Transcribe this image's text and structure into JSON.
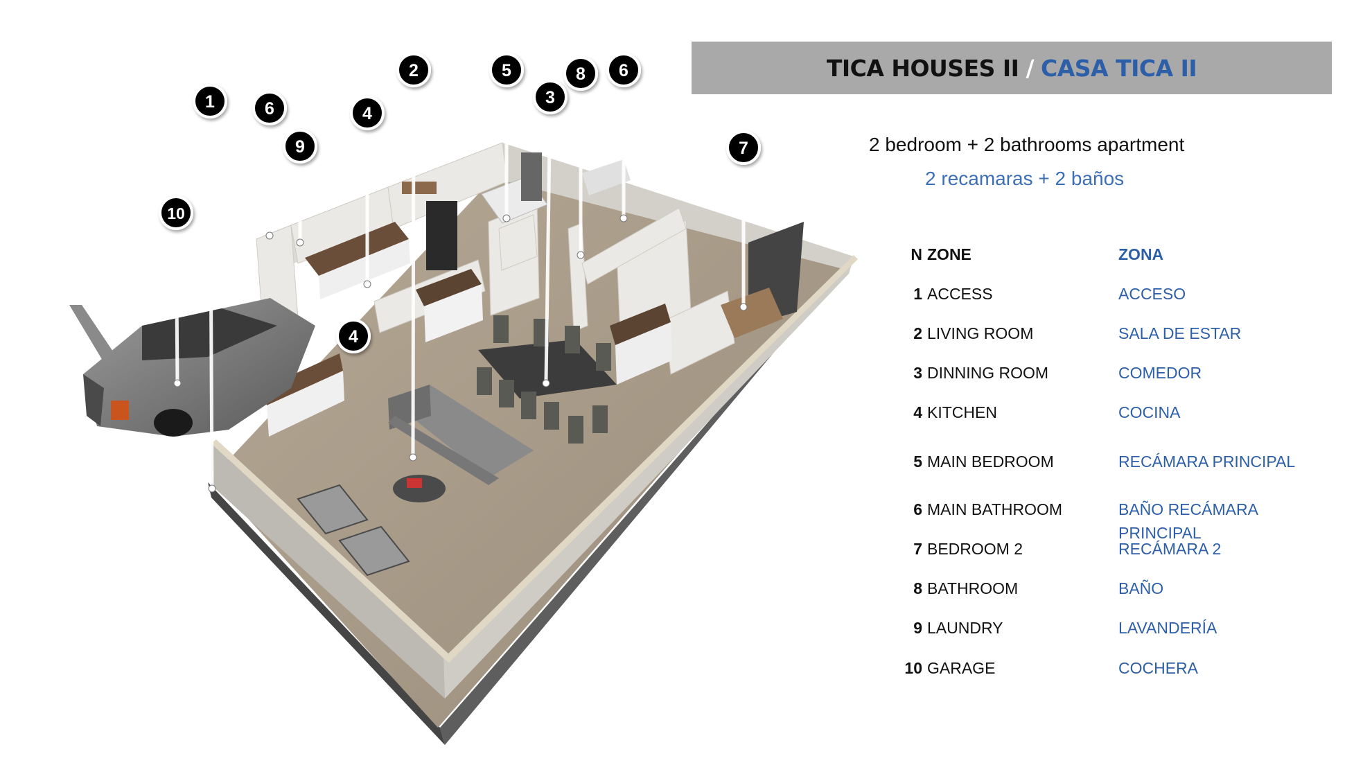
{
  "title": {
    "english": "TICA HOUSES II",
    "separator": "/",
    "spanish": "CASA TICA II"
  },
  "subtitle": {
    "english": "2 bedroom + 2 bathrooms apartment",
    "spanish": "2 recamaras + 2 baños"
  },
  "legend": {
    "headers": {
      "n": "N",
      "zone": "ZONE",
      "zona": "ZONA"
    },
    "rows": [
      {
        "n": "1",
        "zone": "ACCESS",
        "zona": "ACCESO"
      },
      {
        "n": "2",
        "zone": "LIVING ROOM",
        "zona": "SALA DE ESTAR"
      },
      {
        "n": "3",
        "zone": "DINNING ROOM",
        "zona": "COMEDOR"
      },
      {
        "n": "4",
        "zone": "KITCHEN",
        "zona": "COCINA"
      },
      {
        "n": "5",
        "zone": "MAIN BEDROOM",
        "zona": "RECÁMARA PRINCIPAL"
      },
      {
        "n": "6",
        "zone": "MAIN BATHROOM",
        "zona": "BAÑO RECÁMARA PRINCIPAL"
      },
      {
        "n": "7",
        "zone": "BEDROOM 2",
        "zona": "RECÁMARA 2"
      },
      {
        "n": "8",
        "zone": "BATHROOM",
        "zona": "BAÑO"
      },
      {
        "n": "9",
        "zone": "LAUNDRY",
        "zona": "LAVANDERÍA"
      },
      {
        "n": "10",
        "zone": "GARAGE",
        "zona": "COCHERA"
      }
    ]
  },
  "plan_markers": [
    "1",
    "2",
    "3",
    "4",
    "4",
    "5",
    "6",
    "6",
    "7",
    "8",
    "9",
    "10"
  ],
  "colors": {
    "title_bar_background": "#a9a9a9",
    "title_english": "#111111",
    "title_slash": "#ffffff",
    "title_spanish": "#2d5fa8",
    "subtitle_spanish": "#3d6fb6",
    "legend_zona": "#2d5fa8",
    "marker_fill": "#000000",
    "floor": "#a89a88",
    "wall": "#e8e6e2"
  }
}
